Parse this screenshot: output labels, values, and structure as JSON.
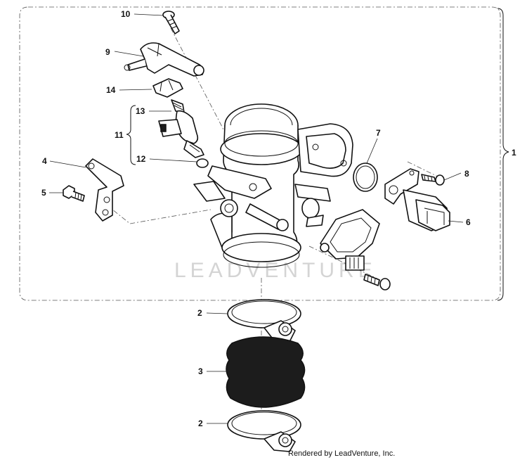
{
  "callouts": [
    {
      "id": "10",
      "label": "10"
    },
    {
      "id": "9",
      "label": "9"
    },
    {
      "id": "14",
      "label": "14"
    },
    {
      "id": "13",
      "label": "13"
    },
    {
      "id": "11",
      "label": "11"
    },
    {
      "id": "12",
      "label": "12"
    },
    {
      "id": "4",
      "label": "4"
    },
    {
      "id": "5",
      "label": "5"
    },
    {
      "id": "7",
      "label": "7"
    },
    {
      "id": "8",
      "label": "8"
    },
    {
      "id": "6",
      "label": "6"
    },
    {
      "id": "1",
      "label": "1"
    },
    {
      "id": "2a",
      "label": "2"
    },
    {
      "id": "3",
      "label": "3"
    },
    {
      "id": "2b",
      "label": "2"
    }
  ],
  "watermark": "LEADVENTURE",
  "footer": {
    "credit": "Rendered by LeadVenture, Inc."
  }
}
